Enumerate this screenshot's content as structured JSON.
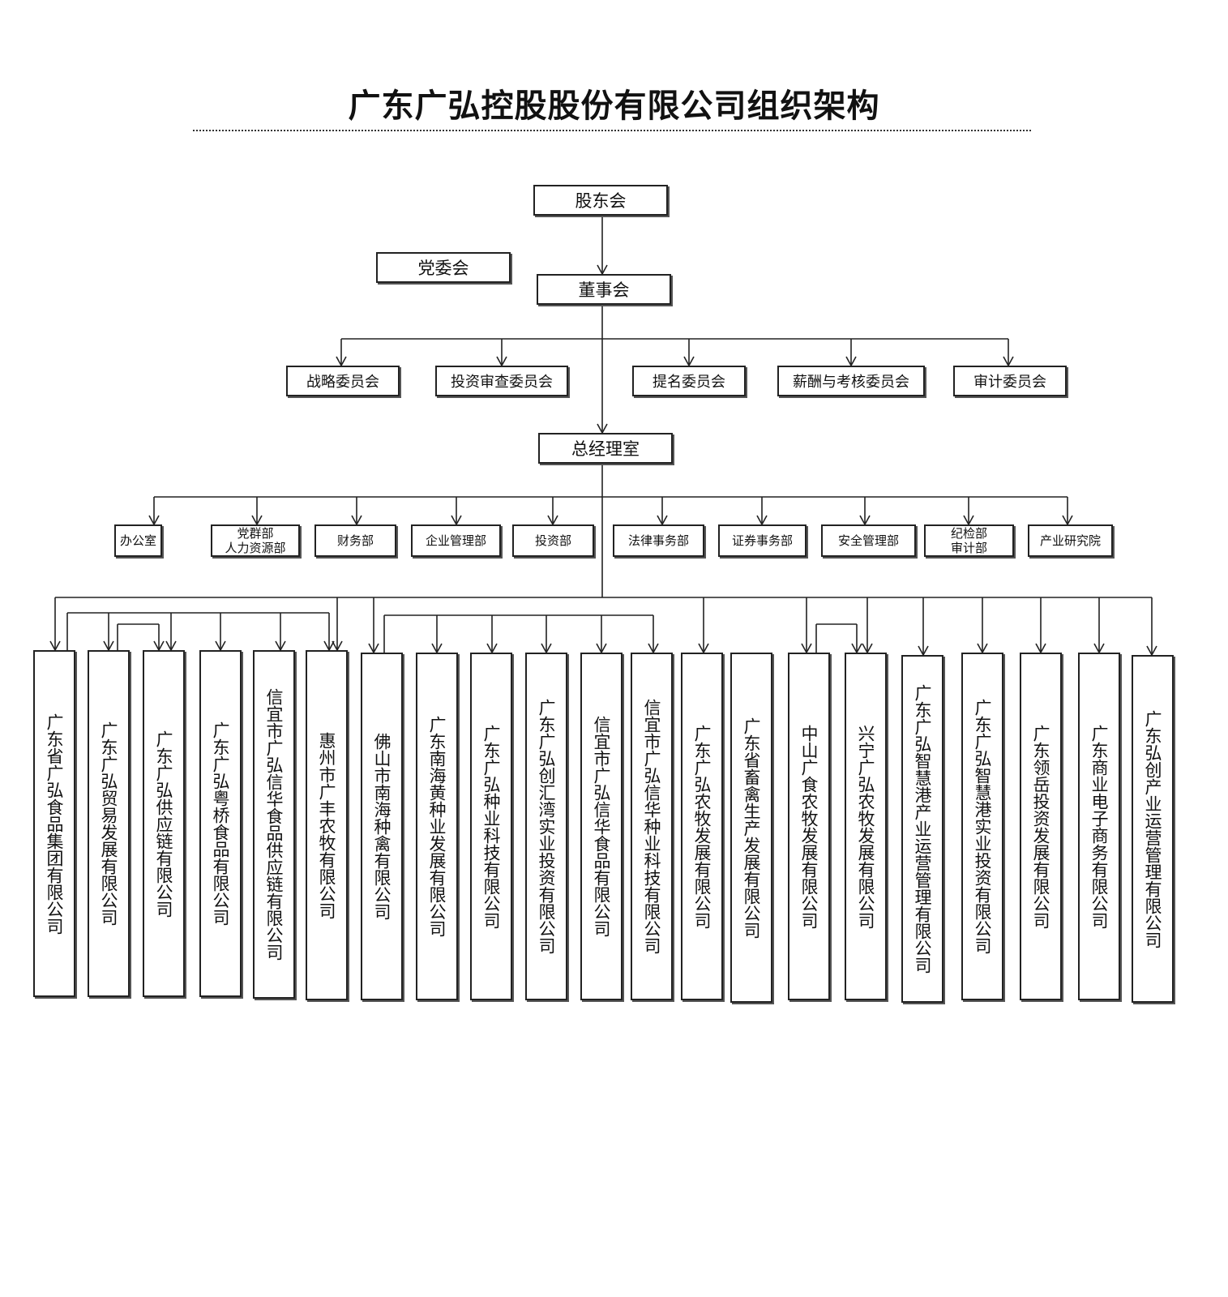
{
  "title": "广东广弘控股股份有限公司组织架构",
  "shareholders": "股东会",
  "party_committee": "党委会",
  "board": "董事会",
  "committees": [
    "战略委员会",
    "投资审查委员会",
    "提名委员会",
    "薪酬与考核委员会",
    "审计委员会"
  ],
  "gm_office": "总经理室",
  "departments": [
    "办公室",
    "党群部\n人力资源部",
    "财务部",
    "企业管理部",
    "投资部",
    "法律事务部",
    "证券事务部",
    "安全管理部",
    "纪检部\n审计部",
    "产业研究院"
  ],
  "subsidiaries": [
    "广东省广弘食品集团有限公司",
    "广东广弘贸易发展有限公司",
    "广东广弘供应链有限公司",
    "广东广弘粤桥食品有限公司",
    "信宜市广弘信华食品供应链有限公司",
    "惠州市广丰农牧有限公司",
    "佛山市南海种禽有限公司",
    "广东南海黄种业发展有限公司",
    "广东广弘种业科技有限公司",
    "广东广弘创汇湾实业投资有限公司",
    "信宜市广弘信华食品有限公司",
    "信宜市广弘信华种业科技有限公司",
    "广东广弘农牧发展有限公司",
    "广东省畜禽生产发展有限公司",
    "中山广食农牧发展有限公司",
    "兴宁广弘农牧发展有限公司",
    "广东广弘智慧港产业运营管理有限公司",
    "广东广弘智慧港实业投资有限公司",
    "广东领岳投资发展有限公司",
    "广东商业电子商务有限公司",
    "广东弘创产业运营管理有限公司"
  ]
}
